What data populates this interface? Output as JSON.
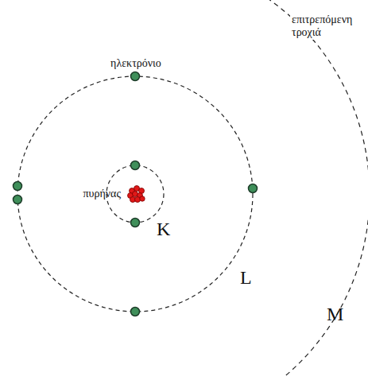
{
  "diagram": {
    "labels": [
      "ηλεκτρόνιο",
      "επιτρεπόμενη τροχιά",
      "πυρήνας",
      "K",
      "L",
      "M"
    ]
  }
}
